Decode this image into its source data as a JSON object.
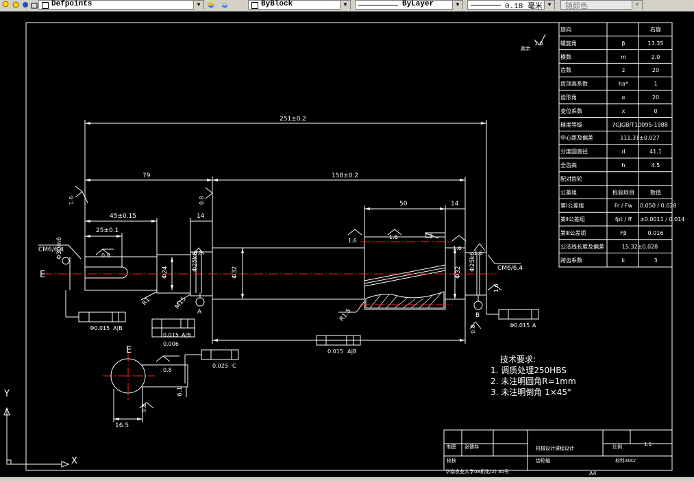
{
  "toolbar": {
    "layer_name": "Defpoints",
    "color": "ByBlock",
    "linetype": "ByLayer",
    "lineweight": "0.18 毫米",
    "plotstyle": "随颜色"
  },
  "drawing": {
    "dims": {
      "total": "251±0.2",
      "d79": "79",
      "d158": "158±0.2",
      "d45": "45±0.15",
      "d25": "25±0.1",
      "d14a": "14",
      "d50": "50",
      "d14b": "14",
      "dia30": "Φ30m6",
      "dia24": "Φ24",
      "dia25a": "Φ25k6",
      "dia32a": "Φ32",
      "dia32b": "Φ32",
      "dia25b": "Φ25k6",
      "r1": "R1",
      "m15": "M15",
      "r15": "R1.5",
      "c2": "C2",
      "d61": "6.1",
      "d165": "16.5",
      "e_label": "E",
      "e_section": "E",
      "a_label": "A",
      "b_label": "B",
      "cm_left": "CM6/6.4",
      "cm_right": "CM6/6.4"
    },
    "rough": {
      "r1": "1.6",
      "r2": "0.8",
      "r3": "0.8",
      "r4": "0.8",
      "r5": "1.6",
      "r6": "1.6",
      "r7": "1.6",
      "r8": "1.6",
      "r9": "0.8",
      "r10": "0.8",
      "r11": "1.6",
      "r12": "0.8",
      "other": "其余",
      "other_val": "1.6"
    },
    "tol": {
      "t1_val": "Φ0.015",
      "t1_ref": "A|B",
      "t2a_val": "0.015",
      "t2a_ref": "A|B",
      "t2b_val": "0.006",
      "t3_val": "0.015",
      "t3_ref": "A|B",
      "t4_val": "Φ0.015",
      "t4_ref": "A",
      "t5_val": "0.025",
      "t5_ref": "C"
    },
    "notes": {
      "title": "技术要求:",
      "n1": "1.  调质处理250HBS",
      "n2": "2.  未注明圆角R=1mm",
      "n3": "3.  未注明倒角 1×45°"
    }
  },
  "params": [
    [
      "旋向",
      "",
      "右旋"
    ],
    [
      "螺旋角",
      "β",
      "13.35"
    ],
    [
      "模数",
      "m",
      "2.0"
    ],
    [
      "齿数",
      "z",
      "20"
    ],
    [
      "齿顶高系数",
      "ha*",
      "1"
    ],
    [
      "齿形角",
      "α",
      "20"
    ],
    [
      "变位系数",
      "x",
      "0"
    ],
    [
      "精度等级",
      "7GJGB/T10095-1988",
      ""
    ],
    [
      "中心距及偏差",
      "111.31±0.027",
      ""
    ],
    [
      "分度圆直径",
      "d",
      "41.1"
    ],
    [
      "全齿高",
      "h",
      "4.5"
    ],
    [
      "配对齿轮",
      "",
      ""
    ],
    [
      "公差组",
      "检验项目",
      "数值"
    ],
    [
      "第Ⅰ公差组",
      "Fr / Fw",
      "0.050 / 0.028"
    ],
    [
      "第Ⅱ公差组",
      "fpt / ff",
      "±0.0011 / 0.014"
    ],
    [
      "第Ⅲ公差组",
      "Fβ",
      "0.016"
    ],
    [
      "公法线长度及偏差",
      "15.32±0.028",
      ""
    ],
    [
      "跨齿系数",
      "k",
      "3"
    ]
  ],
  "title_block": {
    "drawn_label": "制图",
    "drawn_name": "张健存",
    "check_label": "校核",
    "project": "机械设计课程设计",
    "part": "齿轮轴",
    "scale_label": "比例",
    "scale": "1:1",
    "material": "材料40Cr",
    "school": "华南农业大学08机化(2) 30号",
    "size": "A4"
  },
  "ucs": {
    "x": "X",
    "y": "Y"
  }
}
